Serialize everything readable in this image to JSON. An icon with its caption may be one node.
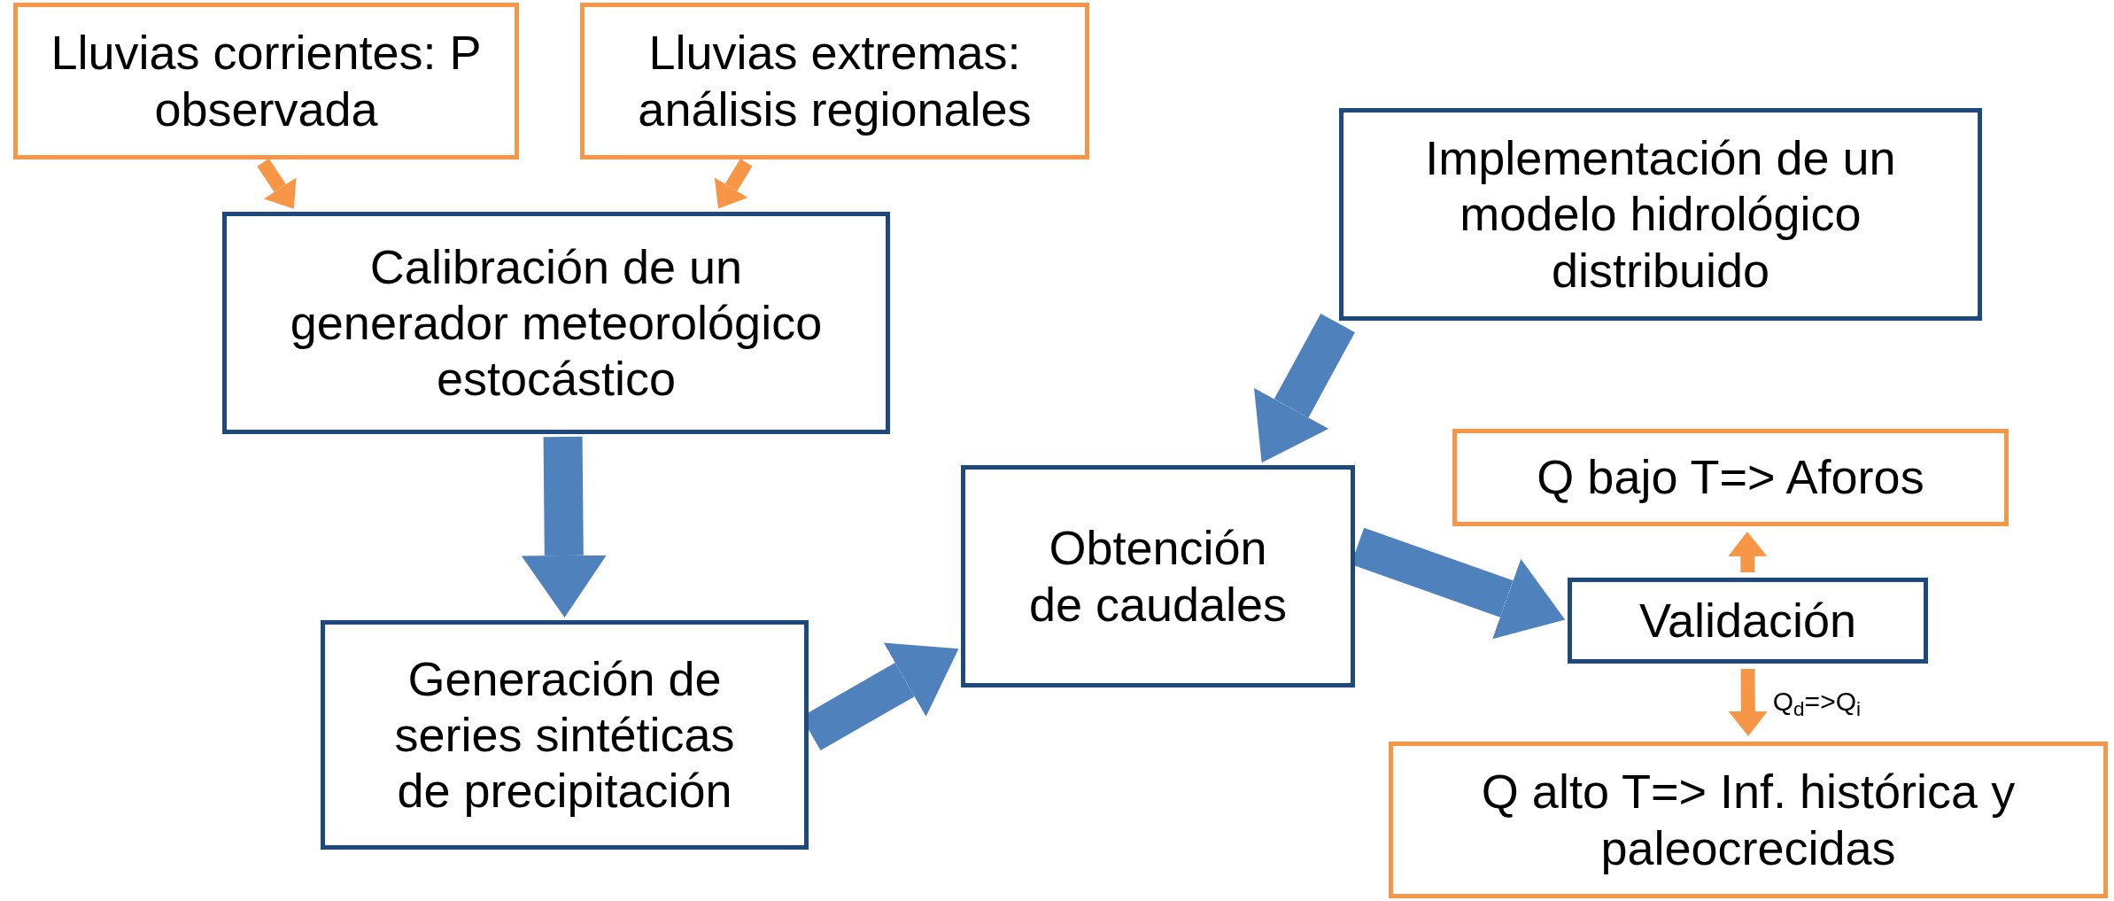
{
  "diagram": {
    "nodes": [
      {
        "text": [
          "Lluvias corrientes: P observada"
        ]
      },
      {
        "text": [
          "Lluvias extremas: análisis regionales"
        ]
      },
      {
        "text": [
          "Calibración de un generador meteorológico estocástico"
        ]
      },
      {
        "text": [
          "Implementación de un modelo hidrológico distribuido"
        ]
      },
      {
        "text": [
          "Obtención de caudales"
        ]
      },
      {
        "text": [
          "Generación de series sintéticas de precipitación"
        ]
      },
      {
        "text": [
          "Q bajo T=> Aforos"
        ]
      },
      {
        "text": [
          "Validación"
        ]
      },
      {
        "text": [
          "Q alto T=> Inf. histórica y paleocrecidas"
        ]
      }
    ],
    "edges": [
      {
        "from": 0,
        "to": 2,
        "arrow": "to",
        "color": "#f79646"
      },
      {
        "from": 1,
        "to": 2,
        "arrow": "to",
        "color": "#f79646"
      },
      {
        "from": 2,
        "to": 5,
        "arrow": "to",
        "style": "thick",
        "color": "#4f81bd"
      },
      {
        "from": 5,
        "to": 4,
        "arrow": "to",
        "style": "thick",
        "color": "#4f81bd"
      },
      {
        "from": 3,
        "to": 4,
        "arrow": "to",
        "style": "thick",
        "color": "#4f81bd"
      },
      {
        "from": 4,
        "to": 7,
        "arrow": "to",
        "style": "thick",
        "color": "#4f81bd"
      },
      {
        "from": 7,
        "to": 6,
        "arrow": "to",
        "color": "#f79646"
      },
      {
        "from": 7,
        "to": 8,
        "arrow": "to",
        "color": "#f79646",
        "label": "Q$_{d}$=>Q$_{i}$"
      }
    ]
  }
}
